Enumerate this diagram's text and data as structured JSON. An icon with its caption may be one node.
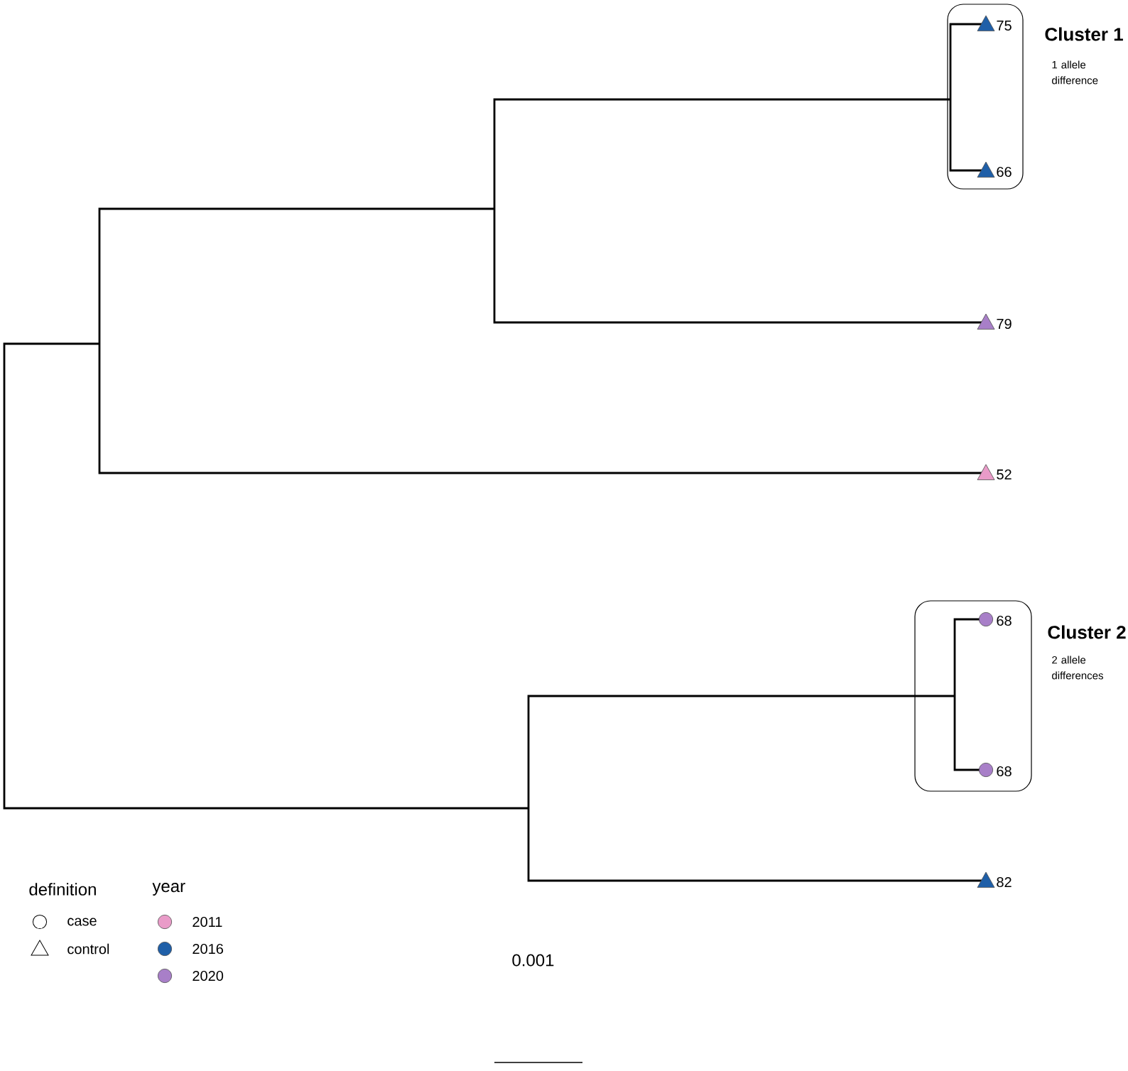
{
  "diagram": {
    "nodes": [
      {
        "text": [
          "Cluster 1",
          "1 allele difference"
        ]
      },
      {
        "text": [
          "75"
        ],
        "in": 0
      },
      {
        "text": [
          "66"
        ],
        "in": 0
      },
      {
        "text": [
          "79"
        ]
      },
      {
        "text": [
          "52"
        ]
      },
      {
        "text": [
          "Cluster 2",
          "2 allele differences"
        ]
      },
      {
        "text": [
          "68"
        ],
        "in": 5
      },
      {
        "text": [
          "68"
        ],
        "in": 5
      },
      {
        "text": [
          "82"
        ]
      }
    ],
    "labels": [
      "definition",
      "year",
      "0.001"
    ],
    "legend": [
      {
        "text": "case"
      },
      {
        "text": "control"
      },
      {
        "text": "2011",
        "color": "#e99bc8"
      },
      {
        "text": "2016",
        "color": "#1f5fa8"
      },
      {
        "text": "2020",
        "color": "#a87fc8"
      }
    ]
  }
}
